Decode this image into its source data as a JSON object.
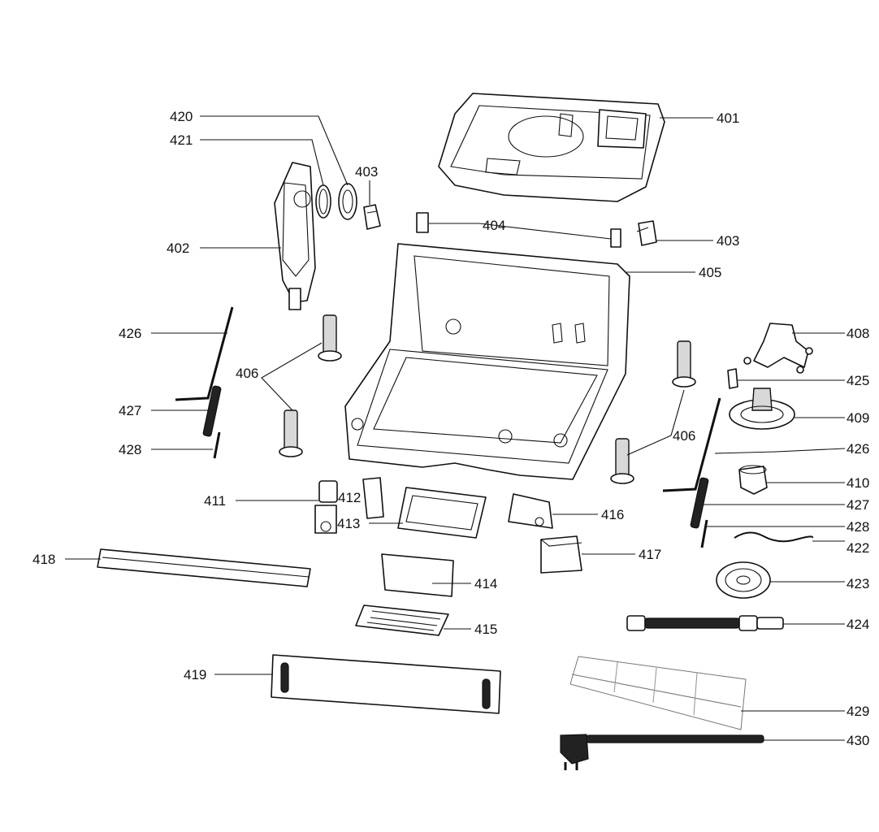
{
  "callouts": {
    "c401": "401",
    "c402": "402",
    "c403a": "403",
    "c403b": "403",
    "c404": "404",
    "c405": "405",
    "c406a": "406",
    "c406b": "406",
    "c408": "408",
    "c409": "409",
    "c410": "410",
    "c411": "411",
    "c412": "412",
    "c413": "413",
    "c414": "414",
    "c415": "415",
    "c416": "416",
    "c417": "417",
    "c418": "418",
    "c419": "419",
    "c420": "420",
    "c421": "421",
    "c422": "422",
    "c423": "423",
    "c424": "424",
    "c425": "425",
    "c426a": "426",
    "c426b": "426",
    "c427a": "427",
    "c427b": "427",
    "c428a": "428",
    "c428b": "428",
    "c429": "429",
    "c430": "430"
  }
}
